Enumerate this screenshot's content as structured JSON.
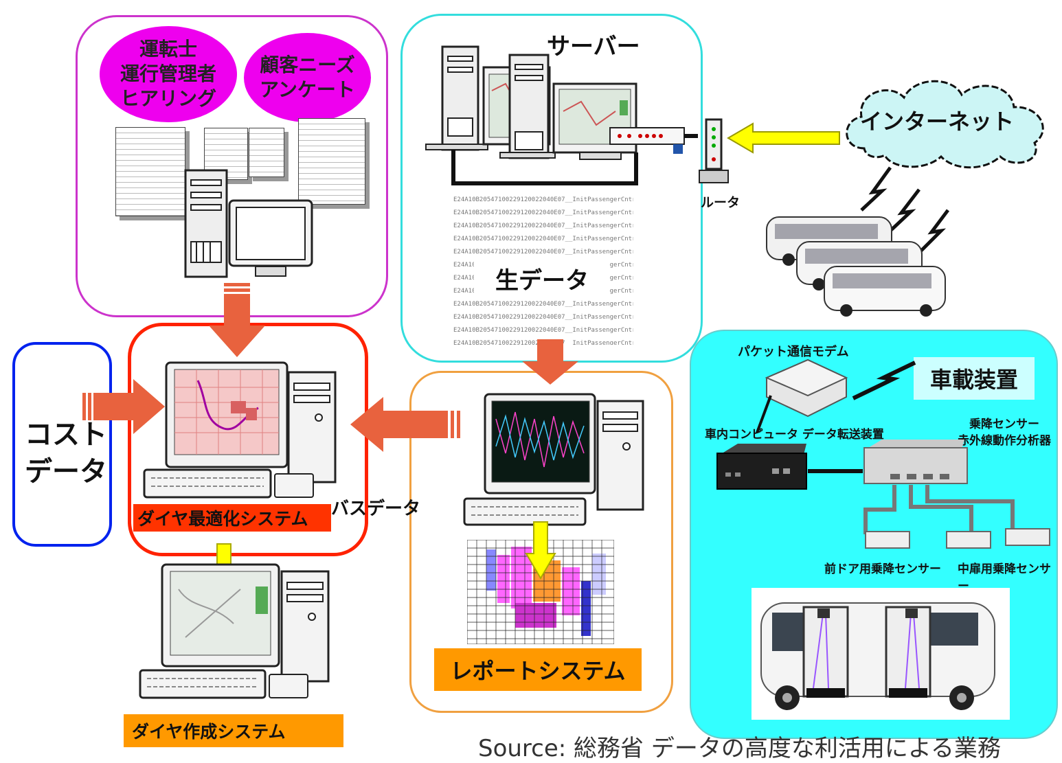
{
  "survey": {
    "bubble_driver": "運転士\n運行管理者\nヒアリング",
    "bubble_customer": "顧客ニーズ\nアンケート"
  },
  "server": {
    "title": "サーバー",
    "raw_data_label": "生データ",
    "router_label": "ルータ"
  },
  "internet": {
    "label": "インターネット"
  },
  "cost": {
    "label": "コスト\nデータ"
  },
  "dia_optimization": {
    "label": "ダイヤ最適化システム"
  },
  "bus_data": {
    "label": "バスデータ"
  },
  "report": {
    "label": "レポートシステム"
  },
  "dia_creation": {
    "label": "ダイヤ作成システム"
  },
  "onboard": {
    "title": "車載装置",
    "packet_modem": "パケット通信モデム",
    "computer": "車内コンピュータ データ転送装置",
    "sensor_analyzer": "乗降センサー\n赤外線動作分析器",
    "front_door_sensor": "前ドア用乗降センサー",
    "middle_door_sensor": "中扉用乗降センサー"
  },
  "source_caption": "Source: 総務省 データの高度な利活用による業務",
  "colors": {
    "magenta": "#ee00ee",
    "panel_magenta_border": "#cc33cc",
    "cyan_border": "#33dddd",
    "red_border": "#ff2200",
    "blue_border": "#0022ee",
    "orange_border": "#f0a040",
    "orange_fill": "#ff9900",
    "onboard_fill": "#33ffff",
    "arrow_red": "#e8623e",
    "arrow_yellow": "#ffff00"
  }
}
